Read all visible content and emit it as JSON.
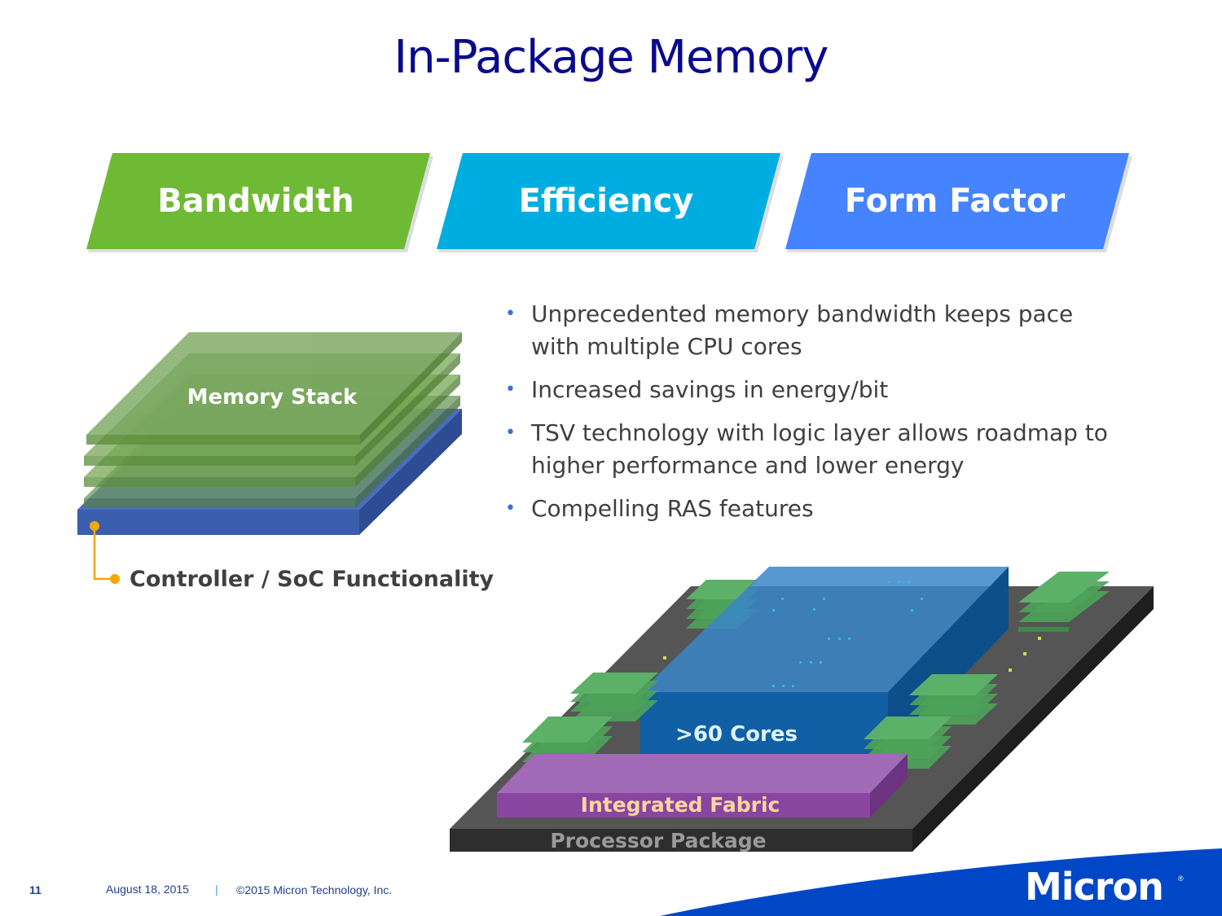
{
  "slide": {
    "title": "In-Package Memory",
    "banners": [
      {
        "label": "Bandwidth",
        "color": "#6fba35"
      },
      {
        "label": "Efficiency",
        "color": "#00ade0"
      },
      {
        "label": "Form Factor",
        "color": "#4583ff"
      }
    ],
    "bullets": [
      "Unprecedented memory bandwidth keeps pace with multiple CPU cores",
      "Increased savings in energy/bit",
      "TSV technology with logic layer allows roadmap to higher performance and lower energy",
      "Compelling RAS features"
    ],
    "stack_diagram": {
      "memory_label": "Memory Stack",
      "controller_label": "Controller / SoC Functionality",
      "memory_color": "#6a9a4a",
      "controller_color": "#3c5fad",
      "callout_color": "#f2a900"
    },
    "package_diagram": {
      "cores_label": ">60 Cores",
      "fabric_label": "Integrated Fabric",
      "package_label": "Processor Package",
      "cores_color": "#1a6bb0",
      "fabric_color": "#8a45a0",
      "package_color": "#3a3a3a",
      "memory_color": "#4ea35a"
    },
    "footer": {
      "page_number": "11",
      "date": "August 18, 2015",
      "separator": "|",
      "copyright": "©2015 Micron Technology, Inc.",
      "logo_text": "Micron",
      "logo_mark": "®",
      "brand_color": "#0047c8"
    }
  }
}
